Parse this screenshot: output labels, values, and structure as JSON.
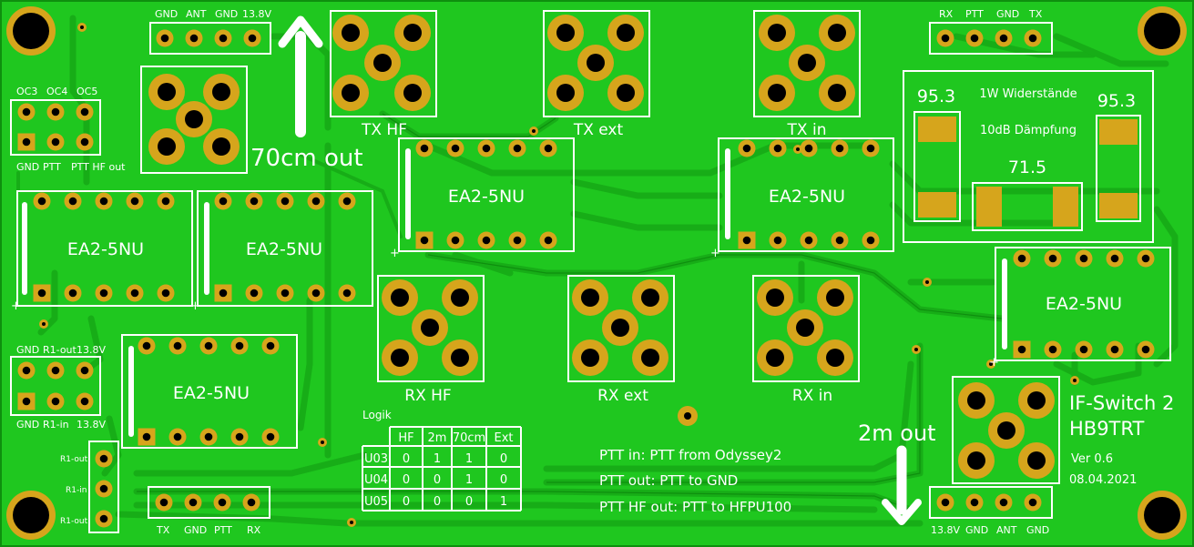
{
  "board": {
    "bg_color": "#1fc71f",
    "trace_color": "#17ad17",
    "pad_color": "#d6a51c",
    "silk_color": "#ffffff",
    "hole_color": "#000000"
  },
  "title": {
    "line1": "IF-Switch 2",
    "line2": "HB9TRT",
    "version": "Ver 0.6",
    "date": "08.04.2021"
  },
  "outputs": {
    "out70": "70cm out",
    "out2": "2m out"
  },
  "relays": [
    "EA2-5NU",
    "EA2-5NU",
    "EA2-5NU",
    "EA2-5NU",
    "EA2-5NU",
    "EA2-5NU"
  ],
  "connectors": {
    "tx_hf": "TX HF",
    "tx_ext": "TX ext",
    "tx_in": "TX in",
    "rx_hf": "RX HF",
    "rx_ext": "RX ext",
    "rx_in": "RX in"
  },
  "headers": {
    "top_left": [
      "GND",
      "ANT",
      "GND",
      "13.8V"
    ],
    "top_right": [
      "RX",
      "PTT",
      "GND",
      "TX"
    ],
    "bottom_left": [
      "TX",
      "GND",
      "PTT",
      "RX"
    ],
    "bottom_right": [
      "13.8V",
      "GND",
      "ANT",
      "GND"
    ],
    "oc_top": [
      "OC3",
      "OC4",
      "OC5"
    ],
    "oc_bottom": [
      "GND",
      "PTT",
      "PTT HF out"
    ],
    "r1_top": [
      "GND",
      "R1-out",
      "13.8V"
    ],
    "r1_bottom": [
      "GND",
      "R1-in",
      "13.8V"
    ],
    "vertical": [
      "R1-out",
      "R1-in",
      "R1-out"
    ]
  },
  "resistors": {
    "title": "1W Widerstände",
    "subtitle": "10dB Dämpfung",
    "r_left": "95.3",
    "r_right": "95.3",
    "r_mid": "71.5"
  },
  "logic": {
    "title": "Logik",
    "columns": [
      "",
      "HF",
      "2m",
      "70cm",
      "Ext"
    ],
    "rows": [
      [
        "U03",
        "0",
        "1",
        "1",
        "0"
      ],
      [
        "U04",
        "0",
        "0",
        "1",
        "0"
      ],
      [
        "U05",
        "0",
        "0",
        "0",
        "1"
      ]
    ]
  },
  "notes": [
    "PTT in: PTT from Odyssey2",
    "PTT out: PTT to GND",
    "PTT HF out: PTT to HFPU100"
  ]
}
